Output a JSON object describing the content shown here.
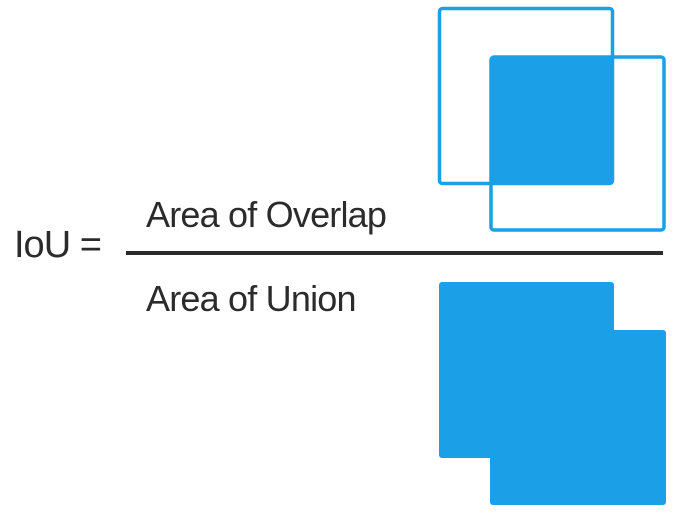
{
  "formula": {
    "lhs": "IoU =",
    "numerator": "Area of Overlap",
    "denominator": "Area of Union"
  },
  "colors": {
    "box_blue": "#1b9fe6",
    "text": "#2b2b2b",
    "background": "#ffffff"
  }
}
